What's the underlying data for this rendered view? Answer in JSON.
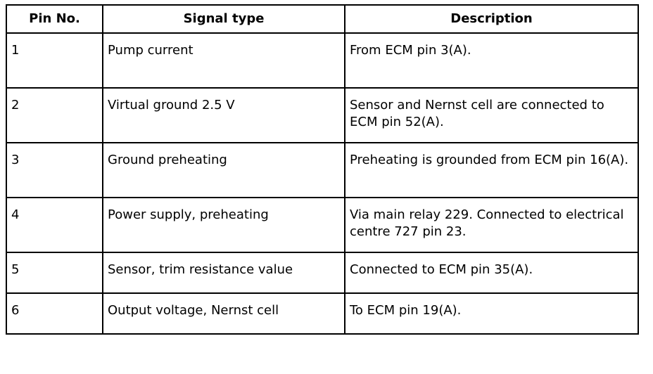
{
  "table": {
    "headers": [
      "Pin No.",
      "Signal type",
      "Description"
    ],
    "rows": [
      {
        "pin": "1",
        "signal": "Pump current",
        "description": "From ECM pin 3(A)."
      },
      {
        "pin": "2",
        "signal": "Virtual ground 2.5 V",
        "description": "Sensor and Nernst cell are connected to ECM pin 52(A)."
      },
      {
        "pin": "3",
        "signal": "Ground preheating",
        "description": "Preheating is grounded from ECM pin 16(A)."
      },
      {
        "pin": "4",
        "signal": "Power supply, preheating",
        "description": "Via main relay 229. Connected to electrical centre 727 pin 23."
      },
      {
        "pin": "5",
        "signal": "Sensor, trim resistance value",
        "description": "Connected to ECM pin 35(A)."
      },
      {
        "pin": "6",
        "signal": "Output voltage, Nernst cell",
        "description": "To ECM pin 19(A)."
      }
    ]
  }
}
